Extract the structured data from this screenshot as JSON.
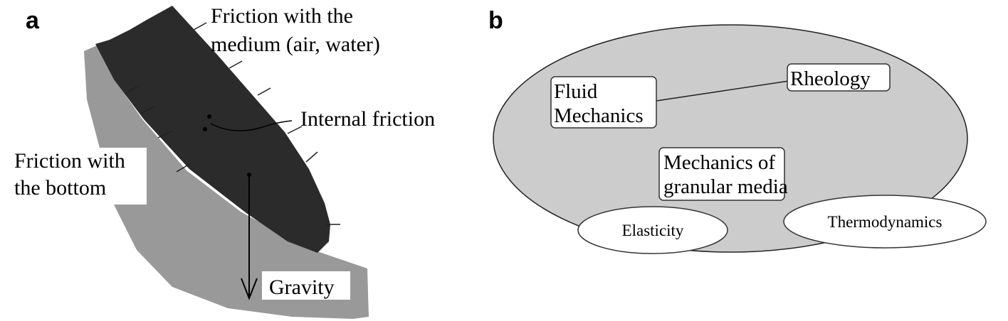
{
  "panel_a": {
    "letter": "a",
    "medium_friction": [
      "Friction with the",
      "medium (air, water)"
    ],
    "internal_friction": "Internal friction",
    "bottom_friction": [
      "Friction with",
      "the bottom"
    ],
    "gravity": "Gravity"
  },
  "panel_b": {
    "letter": "b",
    "fluid_mechanics": [
      "Fluid",
      "Mechanics"
    ],
    "rheology": "Rheology",
    "granular_media": [
      "Mechanics of",
      "granular media"
    ],
    "elasticity": "Elasticity",
    "thermodynamics": "Thermodynamics"
  },
  "colors": {
    "flow_body": "#2b2b2b",
    "bottom_bed": "#999999",
    "field_ellipse": "#cccccc",
    "box_fill": "#ffffff",
    "stroke": "#222222"
  }
}
